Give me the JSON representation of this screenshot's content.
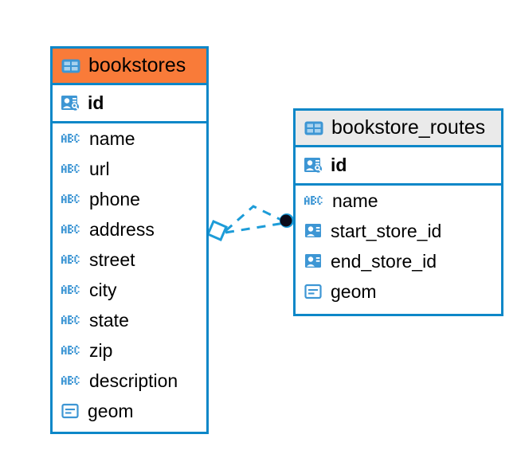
{
  "diagram": {
    "kind": "entity-relationship-diagram",
    "background_color": "#ffffff",
    "accent_blue": "#0d87c8",
    "accent_orange": "#f97b39",
    "accent_gray": "#eaeaea"
  },
  "entities": [
    {
      "id": "bookstores",
      "title": "bookstores",
      "header_icon": "table-icon",
      "header_style": "accent-orange",
      "primary_key": {
        "label": "id",
        "icon": "primary-key-icon"
      },
      "fields": [
        {
          "label": "name",
          "icon": "abc-text-icon"
        },
        {
          "label": "url",
          "icon": "abc-text-icon"
        },
        {
          "label": "phone",
          "icon": "abc-text-icon"
        },
        {
          "label": "address",
          "icon": "abc-text-icon"
        },
        {
          "label": "street",
          "icon": "abc-text-icon"
        },
        {
          "label": "city",
          "icon": "abc-text-icon"
        },
        {
          "label": "state",
          "icon": "abc-text-icon"
        },
        {
          "label": "zip",
          "icon": "abc-text-icon"
        },
        {
          "label": "description",
          "icon": "abc-text-icon"
        },
        {
          "label": "geom",
          "icon": "geometry-icon"
        }
      ]
    },
    {
      "id": "bookstore_routes",
      "title": "bookstore_routes",
      "header_icon": "table-icon",
      "header_style": "accent-gray",
      "primary_key": {
        "label": "id",
        "icon": "primary-key-icon"
      },
      "fields": [
        {
          "label": "name",
          "icon": "abc-text-icon"
        },
        {
          "label": "start_store_id",
          "icon": "foreign-key-icon"
        },
        {
          "label": "end_store_id",
          "icon": "foreign-key-icon"
        },
        {
          "label": "geom",
          "icon": "geometry-icon"
        }
      ]
    }
  ],
  "relationship": {
    "source_entity": "bookstores",
    "target_entity": "bookstore_routes",
    "source_marker": "diamond-marker",
    "target_marker": "filled-circle-marker",
    "line_style": "dashed",
    "line_color": "#1d9cd8"
  }
}
